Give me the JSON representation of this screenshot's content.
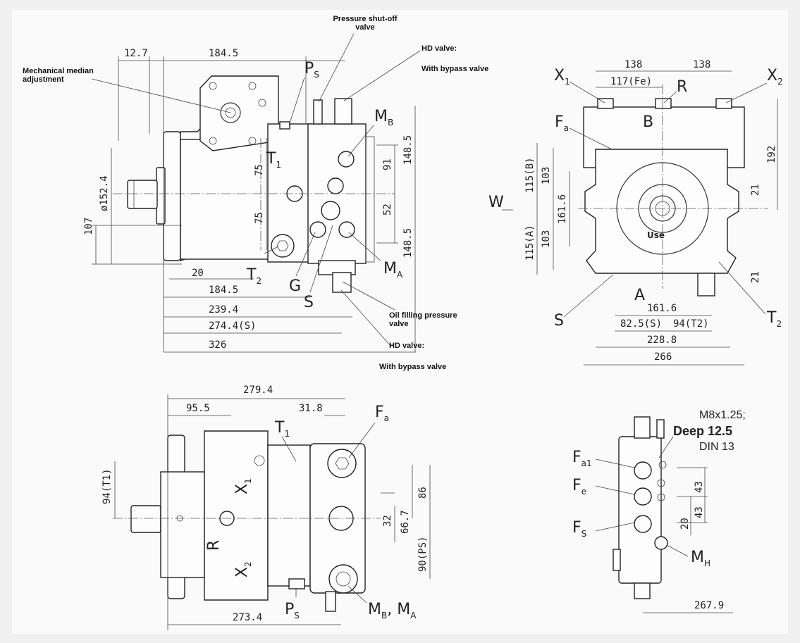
{
  "callouts": {
    "pressure_shutoff": "Pressure shut-off\nvalve",
    "hd_valve_top": "HD valve:",
    "bypass_top": "With bypass valve",
    "mech_median": "Mechanical median\nadjustment",
    "oil_filling": "Oil filling pressure\nvalve",
    "hd_valve_bottom": "HD valve:",
    "bypass_bottom": "With bypass valve"
  },
  "side_view": {
    "dims": [
      "12.7",
      "184.5",
      "148.5",
      "91",
      "52",
      "148.5",
      "75",
      "75",
      "ø152.4",
      "107",
      "20",
      "184.5",
      "239.4",
      "274.4(S)",
      "326"
    ],
    "ports": [
      "P",
      "S",
      "M",
      "B",
      "T",
      "1",
      "T",
      "2",
      "G",
      "S",
      "M",
      "A"
    ]
  },
  "front_view": {
    "dims": [
      "138",
      "138",
      "117(Fe)",
      "192",
      "115(B)",
      "103",
      "161.6",
      "103",
      "115(A)",
      "21",
      "21",
      "161.6",
      "82.5(S)",
      "94(T2)",
      "228.8",
      "266"
    ],
    "ports": [
      "X",
      "1",
      "X",
      "2",
      "R",
      "F",
      "a",
      "B",
      "W",
      "S",
      "A",
      "T",
      "2"
    ],
    "engraving": "Use"
  },
  "top_view": {
    "dims": [
      "279.4",
      "95.5",
      "31.8",
      "94(T1)",
      "86",
      "32",
      "66.7",
      "90(PS)",
      "273.4"
    ],
    "ports": [
      "T",
      "1",
      "F",
      "a",
      "X",
      "1",
      "R",
      "X",
      "2",
      "P",
      "S",
      "M",
      "B",
      ", M",
      "A"
    ]
  },
  "valve_view": {
    "note_thread": "M8x1.25;",
    "note_deep": "Deep 12.5",
    "note_din": "DIN 13",
    "dims": [
      "43",
      "43",
      "20",
      "267.9"
    ],
    "ports": [
      "F",
      "a1",
      "F",
      "e",
      "F",
      "S",
      "M",
      "H"
    ]
  }
}
